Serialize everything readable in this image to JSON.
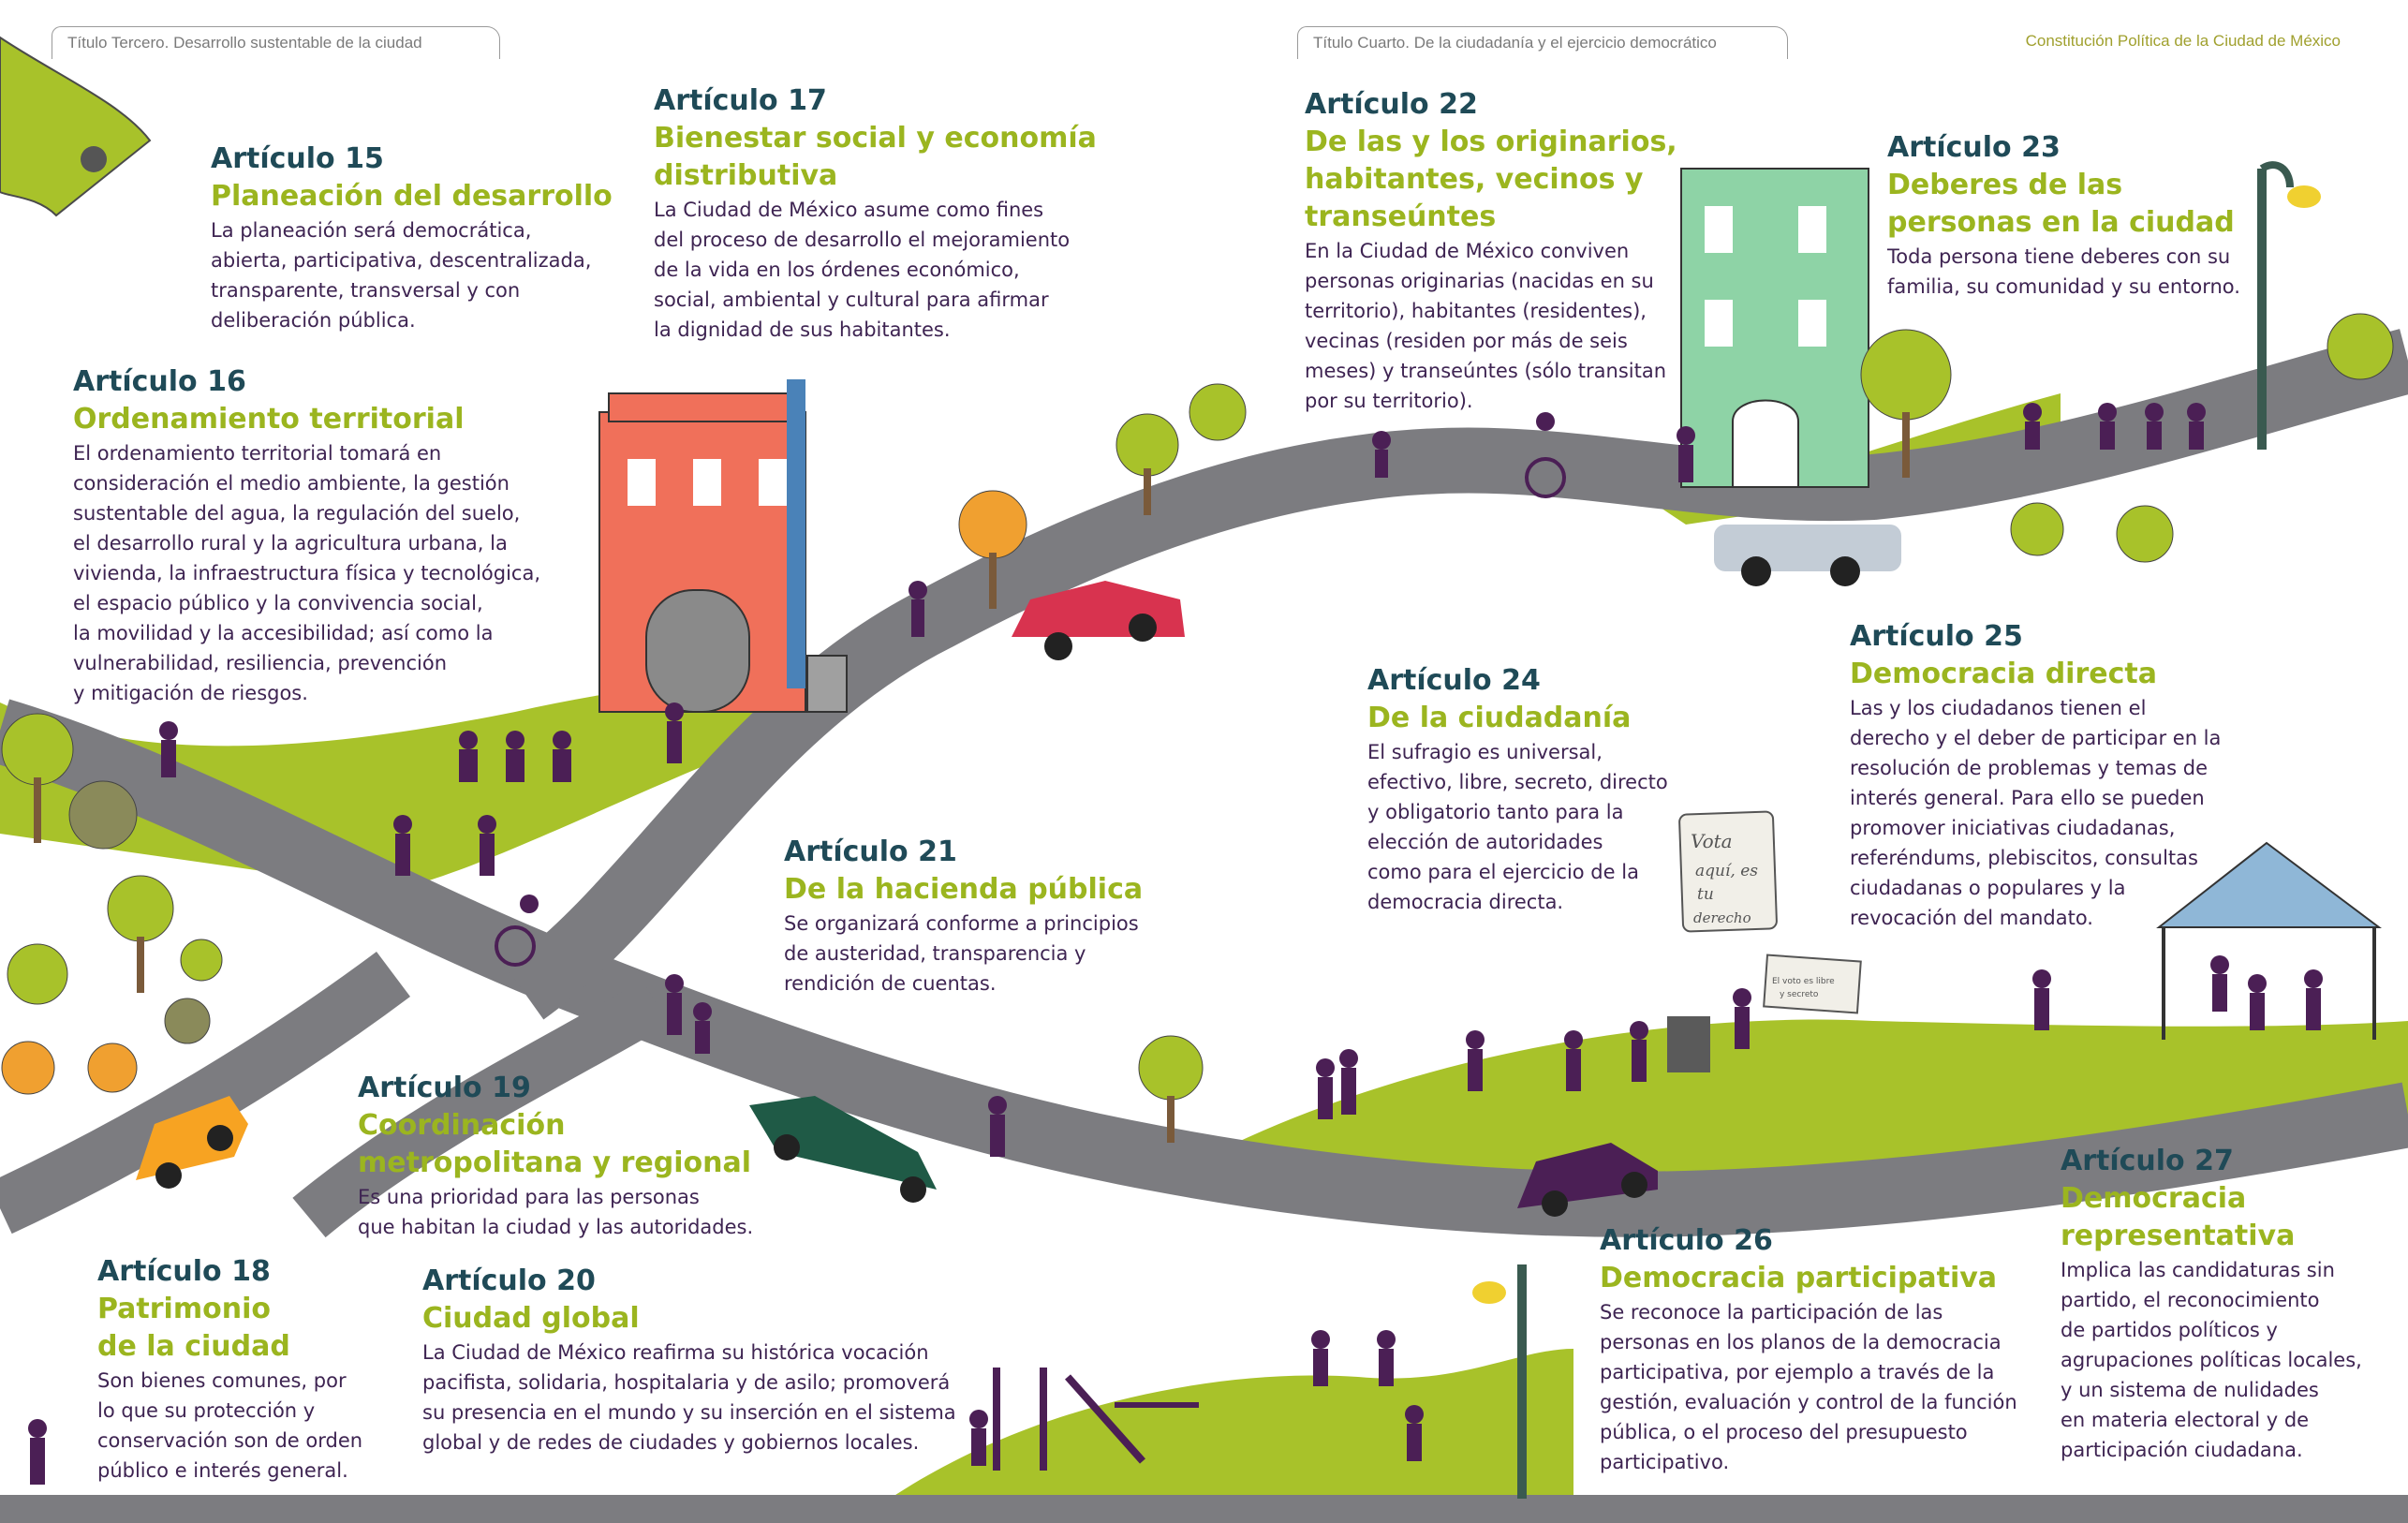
{
  "header": {
    "left_tab": "Título Tercero. Desarrollo sustentable de la ciudad",
    "center_tab": "Título Cuarto. De la ciudadanía y el ejercicio democrático",
    "right_text": "Constitución Política de la Ciudad de México"
  },
  "colors": {
    "article_number": "#1f4a57",
    "article_title": "#9bb51f",
    "body_text": "#3e2452",
    "road": "#7c7c80",
    "grass": "#a8c22a",
    "figures": "#4b1f55"
  },
  "articles": [
    {
      "id": "15",
      "number": "Artículo 15",
      "title": "Planeación del desarrollo",
      "body": "La planeación será democrática,\nabierta, participativa, descentralizada,\ntransparente, transversal y con\ndeliberación pública."
    },
    {
      "id": "16",
      "number": "Artículo 16",
      "title": "Ordenamiento territorial",
      "body": "El ordenamiento territorial tomará en\nconsideración el medio ambiente, la gestión\nsustentable del agua, la regulación del suelo,\nel desarrollo rural y la agricultura urbana, la\nvivienda, la infraestructura física y tecnológica,\nel espacio público y la convivencia social,\nla movilidad y la accesibilidad; así como la\nvulnerabilidad, resiliencia, prevención\ny mitigación de riesgos."
    },
    {
      "id": "17",
      "number": "Artículo 17",
      "title": "Bienestar social y economía\ndistributiva",
      "body": "La Ciudad de México asume como fines\ndel proceso de desarrollo el mejoramiento\nde la vida en los órdenes económico,\nsocial, ambiental y cultural para afirmar\nla dignidad de sus habitantes."
    },
    {
      "id": "18",
      "number": "Artículo 18",
      "title": "Patrimonio\nde la ciudad",
      "body": "Son bienes comunes, por\nlo que su protección y\nconservación son de orden\npúblico e interés general."
    },
    {
      "id": "19",
      "number": "Artículo 19",
      "title": "Coordinación\nmetropolitana y regional",
      "body": "Es una prioridad para las personas\nque habitan la ciudad y las autoridades."
    },
    {
      "id": "20",
      "number": "Artículo 20",
      "title": "Ciudad global",
      "body": "La Ciudad de México reafirma su histórica vocación\npacifista, solidaria, hospitalaria y de asilo; promoverá\nsu presencia en el mundo y su inserción en el sistema\nglobal y de redes de ciudades y gobiernos locales."
    },
    {
      "id": "21",
      "number": "Artículo 21",
      "title": "De la hacienda pública",
      "body": "Se organizará conforme a principios\nde austeridad, transparencia y\nrendición de cuentas."
    },
    {
      "id": "22",
      "number": "Artículo 22",
      "title": "De las y los originarios,\nhabitantes, vecinos y\ntranseúntes",
      "body": "En la Ciudad de México conviven\npersonas originarias (nacidas en su\nterritorio), habitantes (residentes),\nvecinas (residen por más de seis\nmeses) y transeúntes (sólo transitan\npor su territorio)."
    },
    {
      "id": "23",
      "number": "Artículo 23",
      "title": "Deberes de las\npersonas en la ciudad",
      "body": "Toda persona tiene deberes con su\nfamilia, su comunidad y su entorno."
    },
    {
      "id": "24",
      "number": "Artículo 24",
      "title": "De la ciudadanía",
      "body": "El sufragio es universal,\nefectivo, libre, secreto, directo\ny obligatorio tanto para la\nelección de autoridades\ncomo para el ejercicio de la\ndemocracia directa."
    },
    {
      "id": "25",
      "number": "Artículo 25",
      "title": "Democracia directa",
      "body": "Las y los ciudadanos tienen el\nderecho y el deber de participar en la\nresolución de problemas y temas de\ninterés general. Para ello se pueden\npromover iniciativas ciudadanas,\nreferéndums, plebiscitos, consultas\nciudadanas o populares y la\nrevocación del mandato."
    },
    {
      "id": "26",
      "number": "Artículo 26",
      "title": "Democracia participativa",
      "body": "Se reconoce la participación de las\npersonas en los planos de la democracia\nparticipativa, por ejemplo a través de la\ngestión, evaluación y control de la función\npública, o el proceso del presupuesto\nparticipativo."
    },
    {
      "id": "27",
      "number": "Artículo 27",
      "title": "Democracia\nrepresentativa",
      "body": "Implica las candidaturas sin\npartido, el reconocimiento\nde partidos políticos y\nagrupaciones políticas locales,\ny un sistema de nulidades\nen materia electoral y de\nparticipación ciudadana."
    }
  ],
  "signs": {
    "vote_sign": [
      "Vota",
      "aquí, es",
      "tu",
      "derecho"
    ],
    "ballot_sign": [
      "El voto es libre",
      "y secreto"
    ]
  }
}
